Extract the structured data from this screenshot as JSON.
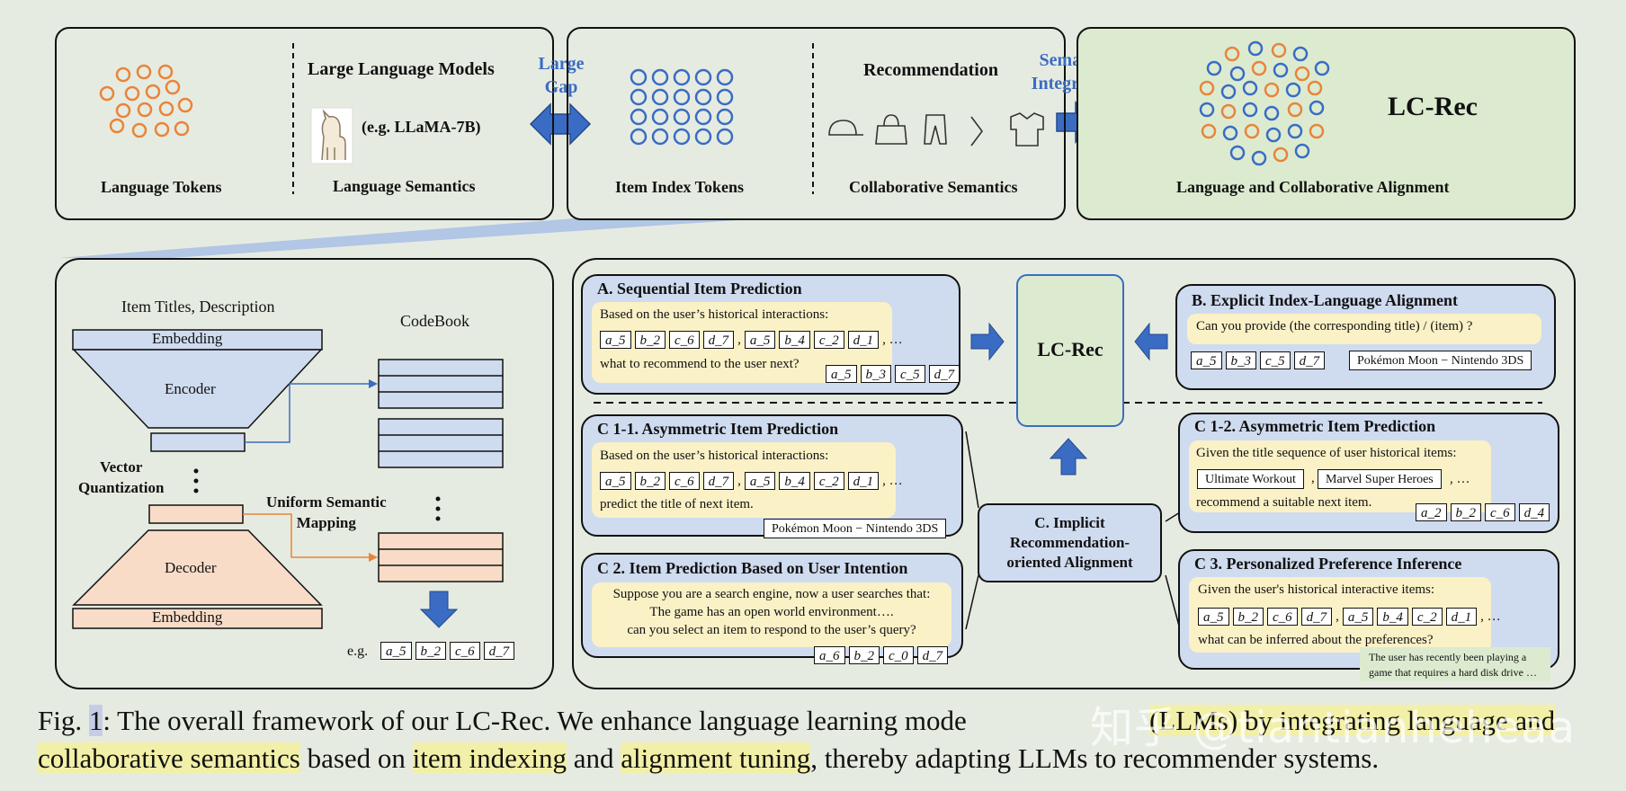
{
  "top": {
    "p1": {
      "title": "Large Language Models",
      "model": "(e.g. LLaMA-7B)",
      "left_label": "Language Tokens",
      "right_label": "Language Semantics"
    },
    "gap_label": "Large\nGap",
    "p2": {
      "title": "Recommendation",
      "left_label": "Item Index Tokens",
      "right_label": "Collaborative Semantics"
    },
    "integration_label": "Semantic\nIntegration",
    "p3": {
      "title": "LC-Rec",
      "label": "Language and Collaborative Alignment"
    }
  },
  "indexing": {
    "titles": "Item Titles, Description",
    "embedding_top": "Embedding",
    "encoder": "Encoder",
    "vq": "Vector\nQuantization",
    "decoder": "Decoder",
    "embedding_bottom": "Embedding",
    "codebook": "CodeBook",
    "usm": "Uniform Semantic\nMapping",
    "eg": "e.g.",
    "eg_tokens": [
      "a_5",
      "b_2",
      "c_6",
      "d_7"
    ]
  },
  "tasks": {
    "center": "LC-Rec",
    "implicit": "C. Implicit\nRecommendation-\noriented Alignment",
    "a": {
      "title": "A. Sequential Item Prediction",
      "line1": "Based on the user’s historical interactions:",
      "seq1": [
        "a_5",
        "b_2",
        "c_6",
        "d_7"
      ],
      "seq2": [
        "a_5",
        "b_4",
        "c_2",
        "d_1"
      ],
      "ellipsis": ", …",
      "line2": "what to recommend to the user next?",
      "answer": [
        "a_5",
        "b_3",
        "c_5",
        "d_7"
      ]
    },
    "b": {
      "title": "B. Explicit Index-Language Alignment",
      "line1": "Can you provide (the corresponding title) / (item) ?",
      "tokens": [
        "a_5",
        "b_3",
        "c_5",
        "d_7"
      ],
      "item": "Pokémon Moon − Nintendo 3DS"
    },
    "c11": {
      "title": "C 1-1. Asymmetric Item Prediction",
      "line1": "Based on the user’s historical interactions:",
      "seq1": [
        "a_5",
        "b_2",
        "c_6",
        "d_7"
      ],
      "seq2": [
        "a_5",
        "b_4",
        "c_2",
        "d_1"
      ],
      "ellipsis": ", …",
      "line2": "predict the title of next item.",
      "answer": "Pokémon Moon − Nintendo 3DS"
    },
    "c12": {
      "title": "C 1-2. Asymmetric Item Prediction",
      "line1": "Given the title sequence of user historical items:",
      "t1": "Ultimate Workout",
      "t2": "Marvel Super Heroes",
      "ellipsis": ", …",
      "line2": "recommend a suitable next item.",
      "answer": [
        "a_2",
        "b_2",
        "c_6",
        "d_4"
      ]
    },
    "c2": {
      "title": "C 2. Item Prediction Based on User Intention",
      "line1": "Suppose you are a search engine, now a user searches that:",
      "line2": "The game has an open world environment….",
      "line3": "can you select an item to respond to the user’s query?",
      "answer": [
        "a_6",
        "b_2",
        "c_0",
        "d_7"
      ]
    },
    "c3": {
      "title": "C 3. Personalized Preference Inference",
      "line1": "Given the user's historical interactive items:",
      "seq1": [
        "a_5",
        "b_2",
        "c_6",
        "d_7"
      ],
      "seq2": [
        "a_5",
        "b_4",
        "c_2",
        "d_1"
      ],
      "ellipsis": ", …",
      "line2": "what can be inferred about the preferences?",
      "answer": "The user has recently been playing a\ngame that requires a hard disk drive …"
    }
  },
  "caption": {
    "prefix": "Fig. ",
    "num": "1",
    "part1": ": The overall framework of our LC-Rec. We enhance language learning mode",
    "part2": "(LLMs) by integrating language and",
    "part3": "collaborative semantics",
    "part4": " based on ",
    "part5": "item indexing",
    "part6": " and ",
    "part7": "alignment tuning",
    "part8": ", thereby adapting LLMs to recommender systems."
  },
  "watermark": "知乎 @tiantianheheaa",
  "colors": {
    "orange": "#e9843a",
    "blue": "#3a6cc4",
    "lightblue": "#cfdbef",
    "yellow": "#fbf1c7",
    "peach": "#f8dcc8",
    "green": "#dcebd0"
  }
}
